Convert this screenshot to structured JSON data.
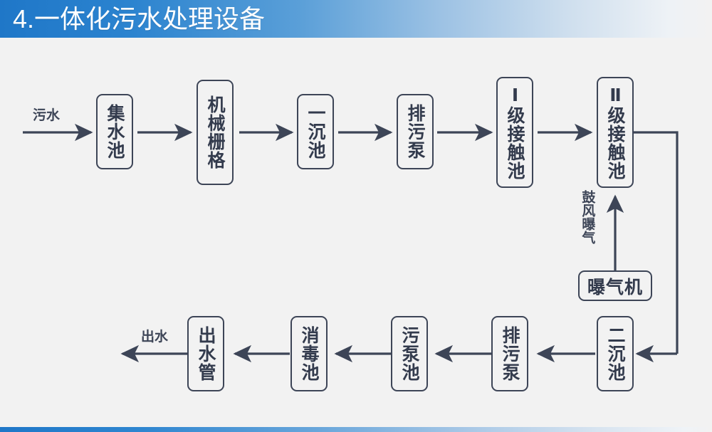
{
  "header": {
    "title": "4.一体化污水处理设备",
    "gradient_start": "#1f77c8",
    "gradient_end": "#f2f2f2"
  },
  "theme": {
    "background": "#f2f2f2",
    "line_color": "#3d4557",
    "text_color": "#333b4d",
    "accent_blue": "#1f77c8"
  },
  "diagram": {
    "type": "process-flow",
    "labels": {
      "inlet": "污水",
      "outlet": "出水",
      "aeration": "鼓风曝气"
    },
    "row1": [
      {
        "id": "collection-tank",
        "text": "集水池",
        "chars": 3
      },
      {
        "id": "mechanical-grate",
        "text": "机械栅格",
        "chars": 4
      },
      {
        "id": "primary-settler",
        "text": "一沉池",
        "chars": 3
      },
      {
        "id": "sewage-pump-1",
        "text": "排污泵",
        "chars": 3
      },
      {
        "id": "contact-tank-1",
        "text": "Ⅰ级接触池",
        "chars": 5
      },
      {
        "id": "contact-tank-2",
        "text": "Ⅱ级接触池",
        "chars": 5
      }
    ],
    "row2": [
      {
        "id": "outlet-pipe",
        "text": "出水管",
        "chars": 3
      },
      {
        "id": "disinfection-tank",
        "text": "消毒池",
        "chars": 3
      },
      {
        "id": "sludge-pump-tank",
        "text": "污泵池",
        "chars": 3
      },
      {
        "id": "sewage-pump-2",
        "text": "排污泵",
        "chars": 3
      },
      {
        "id": "secondary-settler",
        "text": "二沉池",
        "chars": 3
      }
    ],
    "aux": [
      {
        "id": "aerator",
        "text": "曝气机",
        "orientation": "horizontal"
      }
    ],
    "flow_sequence": [
      "污水",
      "集水池",
      "机械栅格",
      "一沉池",
      "排污泵",
      "Ⅰ级接触池",
      "Ⅱ级接触池",
      "二沉池",
      "排污泵",
      "污泵池",
      "消毒池",
      "出水管",
      "出水"
    ],
    "aeration_path": [
      "曝气机",
      "鼓风曝气",
      "Ⅱ级接触池"
    ]
  }
}
